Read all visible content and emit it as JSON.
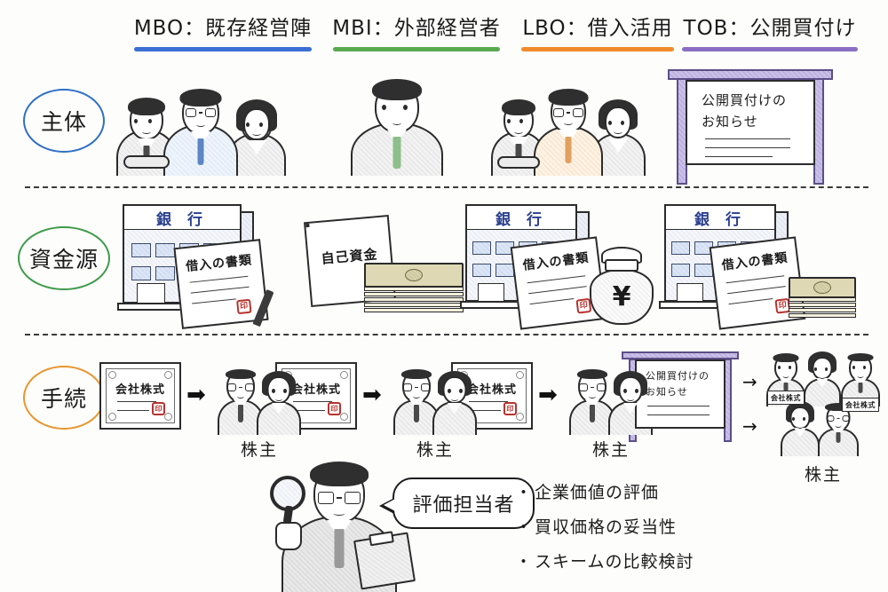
{
  "columns": [
    {
      "id": "mbo",
      "header": "MBO：既存経営陣",
      "accent": "#3b6fd4"
    },
    {
      "id": "mbi",
      "header": "MBI：外部経営者",
      "accent": "#5aa84f"
    },
    {
      "id": "lbo",
      "header": "LBO：借入活用",
      "accent": "#f08a2c"
    },
    {
      "id": "tob",
      "header": "TOB：公開買付け",
      "accent": "#8b6fc4"
    }
  ],
  "rows": [
    {
      "id": "subject",
      "label": "主体",
      "accent": "#2f6fc4"
    },
    {
      "id": "funding",
      "label": "資金源",
      "accent": "#3f9a4a"
    },
    {
      "id": "procedure",
      "label": "手続",
      "accent": "#e8962e"
    }
  ],
  "labels": {
    "bank": "銀 行",
    "loan_document": "借入の書類",
    "own_funds": "自己資金",
    "stamp": "印",
    "yen_symbol": "¥",
    "tob_notice_line1": "公開買付けの",
    "tob_notice_line2": "お知らせ",
    "stock_certificate": "会社株式",
    "shareholder": "株主",
    "arrow_thick": "➡",
    "arrow_thin": "→"
  },
  "evaluator": {
    "bubble": "評価担当者",
    "bullets": [
      "企業価値の評価",
      "買収価格の妥当性",
      "スキームの比較検討"
    ]
  }
}
